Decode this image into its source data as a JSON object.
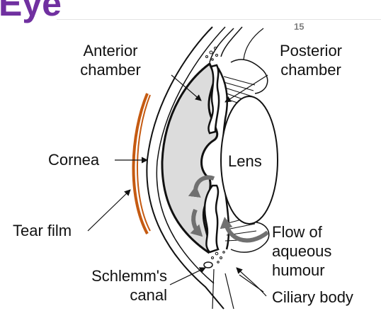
{
  "slide": {
    "title": "Eye",
    "page_number": "15"
  },
  "labels": {
    "anterior_chamber": [
      "Anterior",
      "chamber"
    ],
    "posterior_chamber": [
      "Posterior",
      "chamber"
    ],
    "cornea": "Cornea",
    "lens": "Lens",
    "tear_film": "Tear film",
    "flow_of_aqueous_humour": [
      "Flow of",
      "aqueous",
      "humour"
    ],
    "schlemms_canal": [
      "Schlemm's",
      "canal"
    ],
    "ciliary_body": "Ciliary body"
  },
  "colors": {
    "title": "#7030a0",
    "tear_film": "#c55a11",
    "aqueous_fill": "#dcdcdc",
    "flow_arrows": "#707070",
    "line": "#111111"
  }
}
